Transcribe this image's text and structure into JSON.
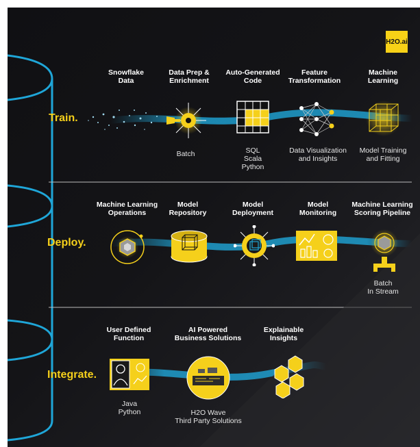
{
  "logo": "H2O.ai",
  "colors": {
    "accent": "#f5d01b",
    "stream": "#1fa6d8",
    "background": "#141417"
  },
  "rows": {
    "train": {
      "label": "Train",
      "dot": ".",
      "stages": [
        {
          "title": "Snowflake\nData",
          "sub": ""
        },
        {
          "title": "Data Prep &\nEnrichment",
          "sub": "Batch"
        },
        {
          "title": "Auto-Generated\nCode",
          "sub": "SQL\nScala\nPython"
        },
        {
          "title": "Feature\nTransformation",
          "sub": "Data Visualization\nand Insights"
        },
        {
          "title": "Machine\nLearning",
          "sub": "Model Training\nand Fitting"
        }
      ]
    },
    "deploy": {
      "label": "Deploy",
      "dot": ".",
      "stages": [
        {
          "title": "Machine Learning\nOperations",
          "sub": ""
        },
        {
          "title": "Model\nRepository",
          "sub": ""
        },
        {
          "title": "Model\nDeployment",
          "sub": ""
        },
        {
          "title": "Model\nMonitoring",
          "sub": ""
        },
        {
          "title": "Machine Learning\nScoring Pipeline",
          "sub": "Batch\nIn Stream"
        }
      ]
    },
    "integrate": {
      "label": "Integrate",
      "dot": ".",
      "stages": [
        {
          "title": "User Defined\nFunction",
          "sub": "Java\nPython"
        },
        {
          "title": "AI Powered\nBusiness Solutions",
          "sub": "H2O Wave\nThird Party Solutions"
        },
        {
          "title": "Explainable\nInsights",
          "sub": ""
        }
      ]
    }
  }
}
